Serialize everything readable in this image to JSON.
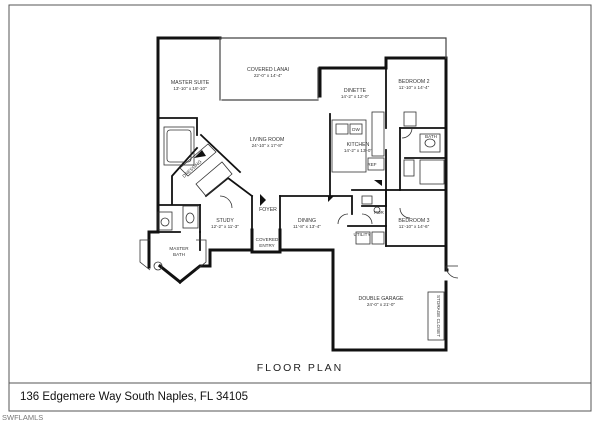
{
  "title": "FLOOR PLAN",
  "address": "136 Edgemere Way South Naples, FL 34105",
  "watermark": "SWFLAMLS",
  "rooms": {
    "master_suite": {
      "name": "MASTER SUITE",
      "dims": "13'-10\" x 18'-10\""
    },
    "covered_lanai": {
      "name": "COVERED LANAI",
      "dims": "22'-0\" x 14'-4\""
    },
    "dinette": {
      "name": "DINETTE",
      "dims": "14'-2\" x 12'-0\""
    },
    "bedroom2": {
      "name": "BEDROOM 2",
      "dims": "11'-10\" x 14'-4\""
    },
    "living_room": {
      "name": "LIVING ROOM",
      "dims": "24'-10\" x 17'-8\""
    },
    "kitchen": {
      "name": "KITCHEN",
      "dims": "14'-2\" x 13'-0\""
    },
    "dressing": {
      "name": "DRESSING"
    },
    "dw": {
      "name": "DW"
    },
    "ref": {
      "name": "REF"
    },
    "bath": {
      "name": "BATH"
    },
    "foyer": {
      "name": "FOYER"
    },
    "study": {
      "name": "STUDY",
      "dims": "12'-2\" x 11'-3\""
    },
    "dining": {
      "name": "DINING",
      "dims": "11'-8\" x 13'-4\""
    },
    "pdr": {
      "name": "PDR"
    },
    "bedroom3": {
      "name": "BEDROOM 3",
      "dims": "11'-10\" x 14'-6\""
    },
    "utility": {
      "name": "UTILITY"
    },
    "covered_entry": {
      "line1": "COVERED",
      "line2": "ENTRY"
    },
    "master_bath": {
      "line1": "MASTER",
      "line2": "BATH"
    },
    "double_garage": {
      "name": "DOUBLE GARAGE",
      "dims": "24'-0\" x 21'-0\""
    },
    "storage_closet": {
      "name": "STORAGE CLOSET"
    }
  }
}
